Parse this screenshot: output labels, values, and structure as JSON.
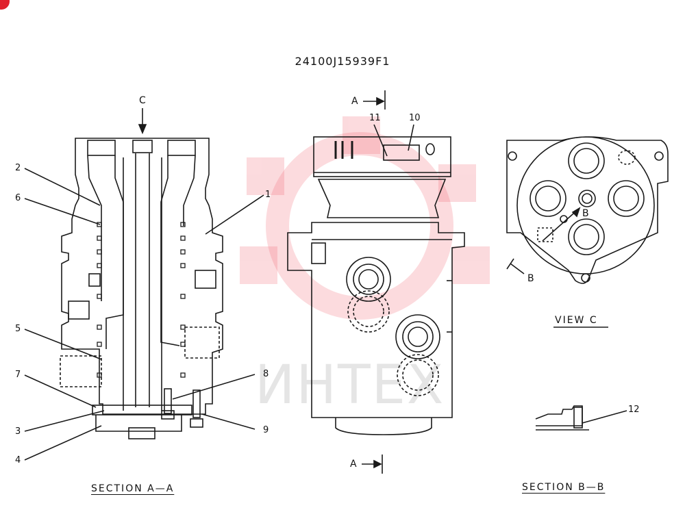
{
  "drawing_number": "24100J15939F1",
  "watermark_text": "ИНТЕХ",
  "captions": {
    "section_aa": "SECTION A—A",
    "view_c": "VIEW C",
    "section_bb": "SECTION B—B"
  },
  "view_markers": {
    "c": "C",
    "a_top": "A",
    "a_bottom": "A",
    "b_right": "B",
    "b_inner": "B"
  },
  "callouts": {
    "n1": "1",
    "n2": "2",
    "n3": "3",
    "n4": "4",
    "n5": "5",
    "n6": "6",
    "n7": "7",
    "n8": "8",
    "n9": "9",
    "n10": "10",
    "n11": "11",
    "n12": "12"
  },
  "colors": {
    "line": "#1a1a1a",
    "watermark_red": "#f05a6a",
    "corner_badge": "#e0202c"
  }
}
